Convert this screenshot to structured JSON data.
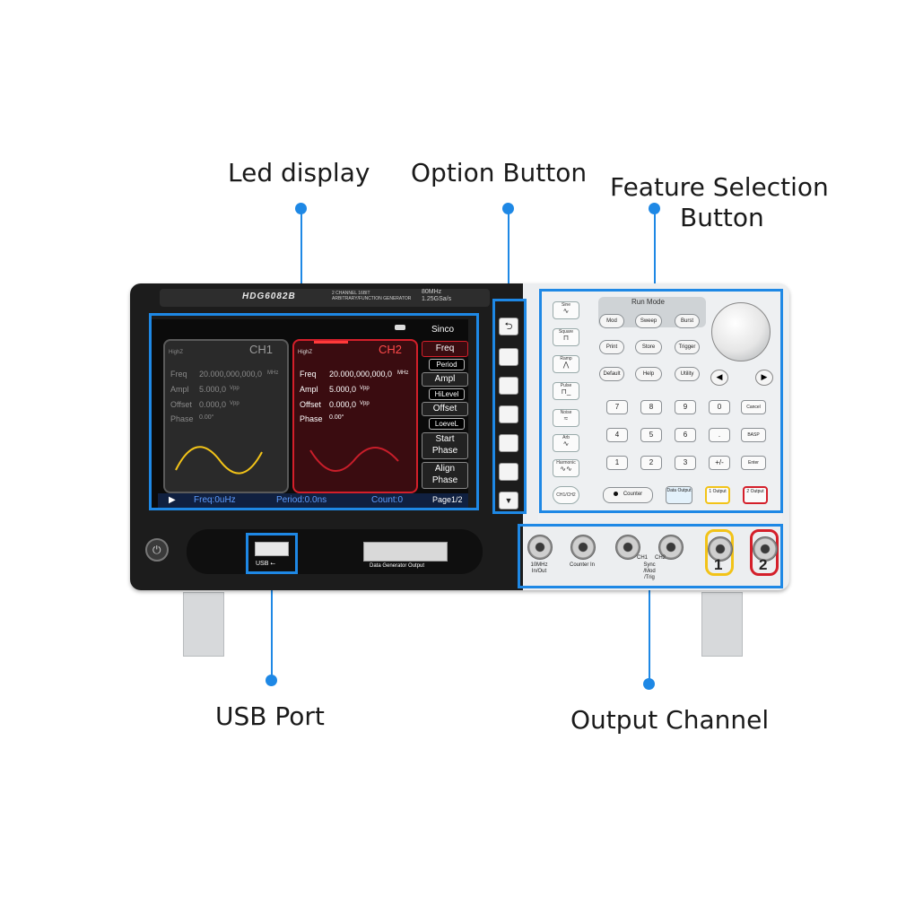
{
  "callouts": {
    "led_display": "Led display",
    "option_button": "Option Button",
    "feature_selection_line1": "Feature Selection",
    "feature_selection_line2": "Button",
    "usb_port": "USB Port",
    "output_channel": "Output Channel"
  },
  "colors": {
    "highlight": "#1e88e5",
    "ch2_accent": "#d41f2a",
    "ch1_wave": "#f2c318",
    "ch2_wave": "#c81e2a",
    "out1": "#f2c318",
    "out2": "#d41f2a"
  },
  "device": {
    "model": "HDG6082B",
    "description": "2 CHANNEL 16BIT ARBITRARY/FUNCTION GENERATOR",
    "spec_line1": "80MHz",
    "spec_line2": "1.25GSa/s"
  },
  "screen": {
    "mode": "Sinco",
    "ch1": {
      "title": "CH1",
      "impedance": "HighZ",
      "params": [
        {
          "label": "Freq",
          "value": "20.000,000,000,0",
          "unit": "MHz"
        },
        {
          "label": "Ampl",
          "value": "5.000,0",
          "unit": "Vpp"
        },
        {
          "label": "Offset",
          "value": "0.000,0",
          "unit": "Vpp"
        },
        {
          "label": "Phase",
          "value": "0.00°",
          "unit": ""
        }
      ]
    },
    "ch2": {
      "title": "CH2",
      "impedance": "HighZ",
      "params": [
        {
          "label": "Freq",
          "value": "20.000,000,000,0",
          "unit": "MHz"
        },
        {
          "label": "Ampl",
          "value": "5.000,0",
          "unit": "Vpp"
        },
        {
          "label": "Offset",
          "value": "0.000,0",
          "unit": "Vpp"
        },
        {
          "label": "Phase",
          "value": "0.00°",
          "unit": ""
        }
      ]
    },
    "softkeys": {
      "freq": "Freq",
      "period": "Period",
      "ampl": "Ampl",
      "hilevel": "HiLevel",
      "offset": "Offset",
      "lolevel": "LoeveL",
      "start_phase_1": "Start",
      "start_phase_2": "Phase",
      "align_phase_1": "Align",
      "align_phase_2": "Phase"
    },
    "status": {
      "play": "▶",
      "freq": "Freq:0uHz",
      "period": "Period:0.0ns",
      "count": "Count:0",
      "page": "Page1/2"
    }
  },
  "option_buttons": {
    "return": "⮌",
    "down": "▼"
  },
  "waveform_buttons": [
    "Sine",
    "Square",
    "Ramp",
    "Pulse",
    "Noise",
    "Arb",
    "Harmonic",
    "CH1/CH2"
  ],
  "run_mode": {
    "title": "Run Mode",
    "mod": "Mod",
    "sweep": "Sweep",
    "burst": "Burst"
  },
  "function_buttons": {
    "print": "Print",
    "store": "Store",
    "trigger": "Trigger",
    "default": "Default",
    "help": "Help",
    "utility": "Utility"
  },
  "keypad": {
    "row1": [
      "7",
      "8",
      "9",
      "0"
    ],
    "cancel": "Cancel",
    "row2": [
      "4",
      "5",
      "6",
      "."
    ],
    "basp": "BASP",
    "row3": [
      "1",
      "2",
      "3",
      "+/-"
    ],
    "enter": "Enter",
    "counter": "Counter",
    "data_output": "Data Output",
    "output1": "1 Output",
    "output2": "2 Output"
  },
  "ports": {
    "usb_label": "USB ⭠",
    "data_generator_output": "Data Generator Output",
    "ref": "10MHz In/Out",
    "counter_in": "Counter In",
    "ch1": "CH1",
    "ch2": "CH2",
    "sync": "Sync /Mod /Trig",
    "out1": "1",
    "out2": "2"
  }
}
